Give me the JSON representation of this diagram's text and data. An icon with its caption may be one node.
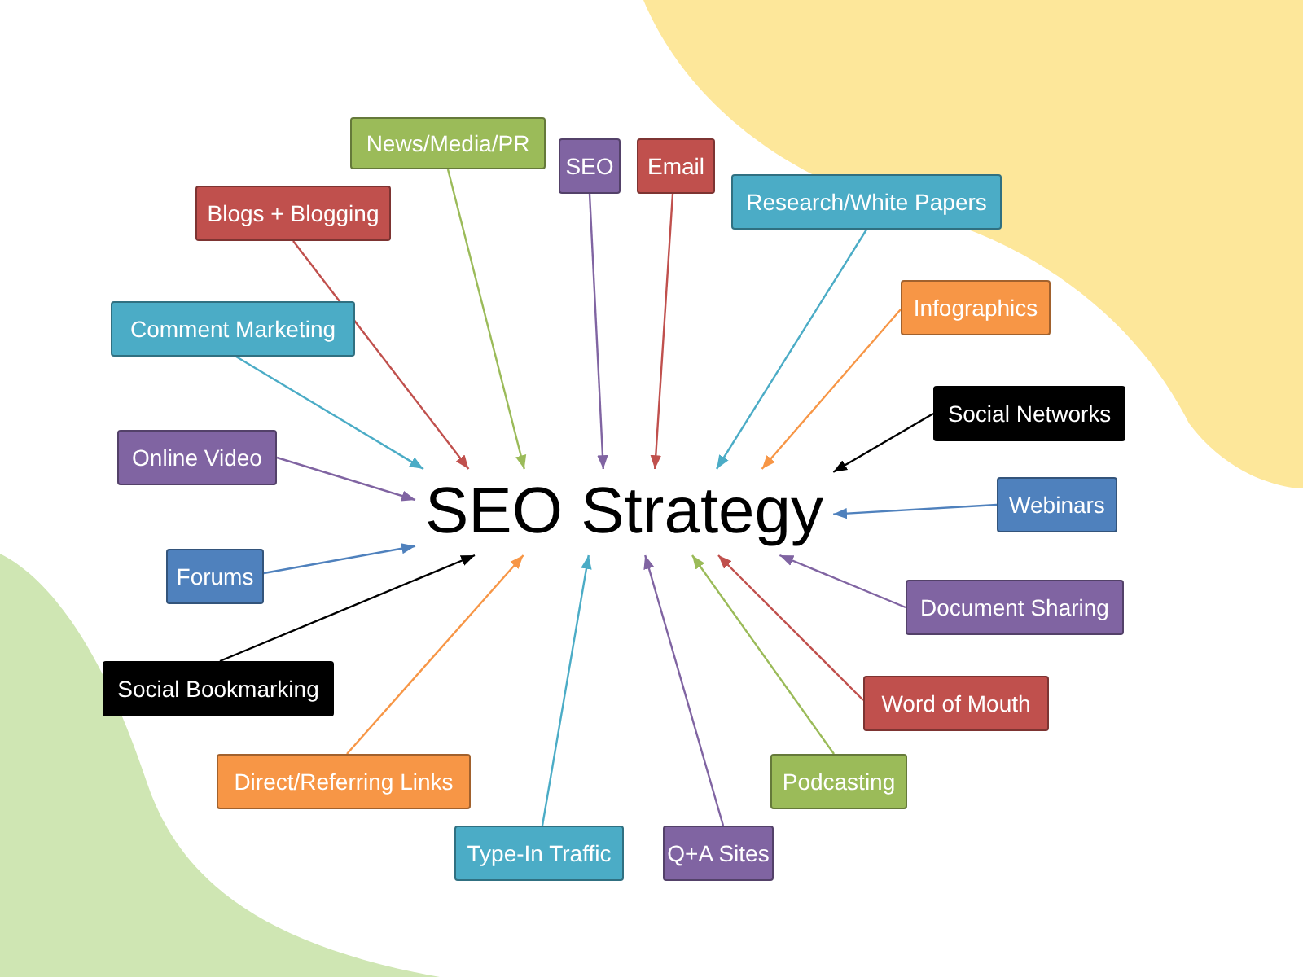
{
  "diagram": {
    "nodes": [
      {
        "text": [
          "SEO Strategy"
        ]
      },
      {
        "text": [
          "News/Media/PR"
        ]
      },
      {
        "text": [
          "SEO"
        ]
      },
      {
        "text": [
          "Email"
        ]
      },
      {
        "text": [
          "Blogs + Blogging"
        ]
      },
      {
        "text": [
          "Research/White Papers"
        ]
      },
      {
        "text": [
          "Comment Marketing"
        ]
      },
      {
        "text": [
          "Infographics"
        ]
      },
      {
        "text": [
          "Social Networks"
        ]
      },
      {
        "text": [
          "Online Video"
        ]
      },
      {
        "text": [
          "Webinars"
        ]
      },
      {
        "text": [
          "Forums"
        ]
      },
      {
        "text": [
          "Document Sharing"
        ]
      },
      {
        "text": [
          "Social Bookmarking"
        ]
      },
      {
        "text": [
          "Word of Mouth"
        ]
      },
      {
        "text": [
          "Direct/Referring Links"
        ]
      },
      {
        "text": [
          "Podcasting"
        ]
      },
      {
        "text": [
          "Type-In Traffic"
        ]
      },
      {
        "text": [
          "Q+A Sites"
        ]
      }
    ],
    "edges": [
      {
        "from": 1,
        "to": 0,
        "arrow": "to",
        "color": "#9bbb59"
      },
      {
        "from": 2,
        "to": 0,
        "arrow": "to",
        "color": "#8064a2"
      },
      {
        "from": 3,
        "to": 0,
        "arrow": "to",
        "color": "#c0504d"
      },
      {
        "from": 4,
        "to": 0,
        "arrow": "to",
        "color": "#c0504d"
      },
      {
        "from": 5,
        "to": 0,
        "arrow": "to",
        "color": "#4bacc6"
      },
      {
        "from": 6,
        "to": 0,
        "arrow": "to",
        "color": "#4bacc6"
      },
      {
        "from": 7,
        "to": 0,
        "arrow": "to",
        "color": "#f79646"
      },
      {
        "from": 8,
        "to": 0,
        "arrow": "to",
        "color": "#000000"
      },
      {
        "from": 9,
        "to": 0,
        "arrow": "to",
        "color": "#8064a2"
      },
      {
        "from": 10,
        "to": 0,
        "arrow": "to",
        "color": "#4f81bd"
      },
      {
        "from": 11,
        "to": 0,
        "arrow": "to",
        "color": "#4f81bd"
      },
      {
        "from": 12,
        "to": 0,
        "arrow": "to",
        "color": "#8064a2"
      },
      {
        "from": 13,
        "to": 0,
        "arrow": "to",
        "color": "#000000"
      },
      {
        "from": 14,
        "to": 0,
        "arrow": "to",
        "color": "#c0504d"
      },
      {
        "from": 15,
        "to": 0,
        "arrow": "to",
        "color": "#f79646"
      },
      {
        "from": 16,
        "to": 0,
        "arrow": "to",
        "color": "#9bbb59"
      },
      {
        "from": 17,
        "to": 0,
        "arrow": "to",
        "color": "#4bacc6"
      },
      {
        "from": 18,
        "to": 0,
        "arrow": "to",
        "color": "#8064a2"
      }
    ]
  }
}
